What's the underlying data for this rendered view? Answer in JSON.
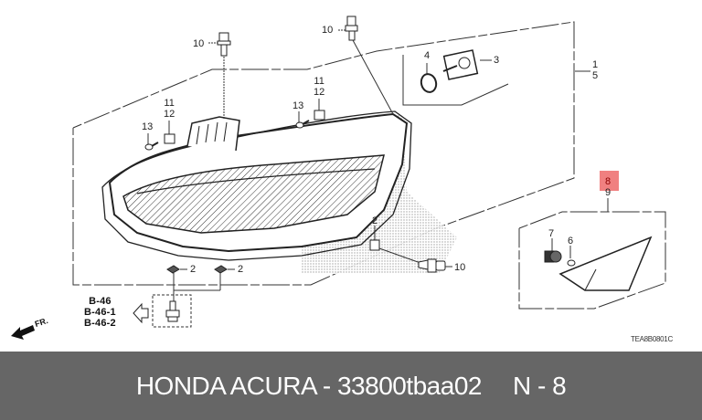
{
  "diagram": {
    "callouts": {
      "bolt_top_left": "10",
      "bolt_top_right": "10",
      "bolt_bottom_right": "10",
      "clip_left_a": "11",
      "clip_left_b": "12",
      "screw_left": "13",
      "clip_right_a": "11",
      "clip_right_b": "12",
      "screw_right": "13",
      "ring": "4",
      "actuator": "3",
      "assembly_a": "1",
      "assembly_b": "5",
      "nut_bottom_left": "2",
      "nut_bottom_mid": "2",
      "nut_right": "2",
      "side_marker_a": "8",
      "side_marker_b": "9",
      "bulb_socket": "7",
      "bulb": "6"
    },
    "reference_block": [
      "B-46",
      "B-46-1",
      "B-46-2"
    ],
    "direction_label": "FR.",
    "drawing_code": "TEA8B0801C",
    "highlight_color": "#f08080"
  },
  "footer": {
    "title": "HONDA ACURA - 33800tbaa02",
    "position": "N - 8",
    "background": "#666666",
    "text_color": "#ffffff"
  }
}
